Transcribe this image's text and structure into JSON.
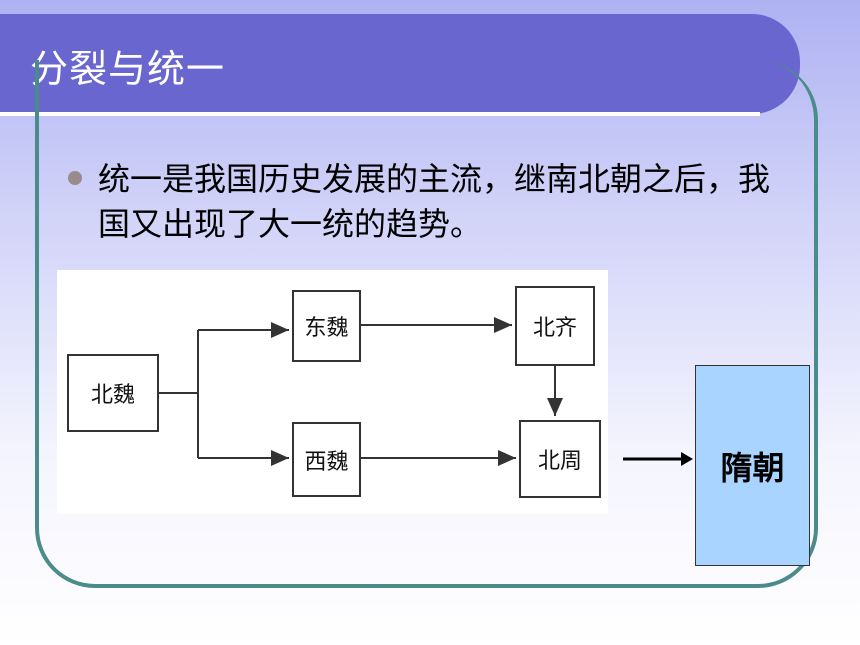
{
  "slide": {
    "title": "分裂与统一",
    "bullet": "统一是我国历史发展的主流，继南北朝之后，我国又出现了大一统的趋势。"
  },
  "diagram": {
    "nodes": {
      "beiwei": "北魏",
      "dongwei": "东魏",
      "xiwei": "西魏",
      "beiqi": "北齐",
      "beizhou": "北周",
      "suichao": "隋朝"
    },
    "edges": [
      {
        "from": "北魏",
        "to": "东魏"
      },
      {
        "from": "北魏",
        "to": "西魏"
      },
      {
        "from": "东魏",
        "to": "北齐"
      },
      {
        "from": "西魏",
        "to": "北周"
      },
      {
        "from": "北齐",
        "to": "北周"
      },
      {
        "from": "北周",
        "to": "隋朝"
      }
    ]
  },
  "colors": {
    "title_bar": "#6a66cf",
    "frame": "#4a8c8a",
    "result_box": "#a8d4ff"
  }
}
